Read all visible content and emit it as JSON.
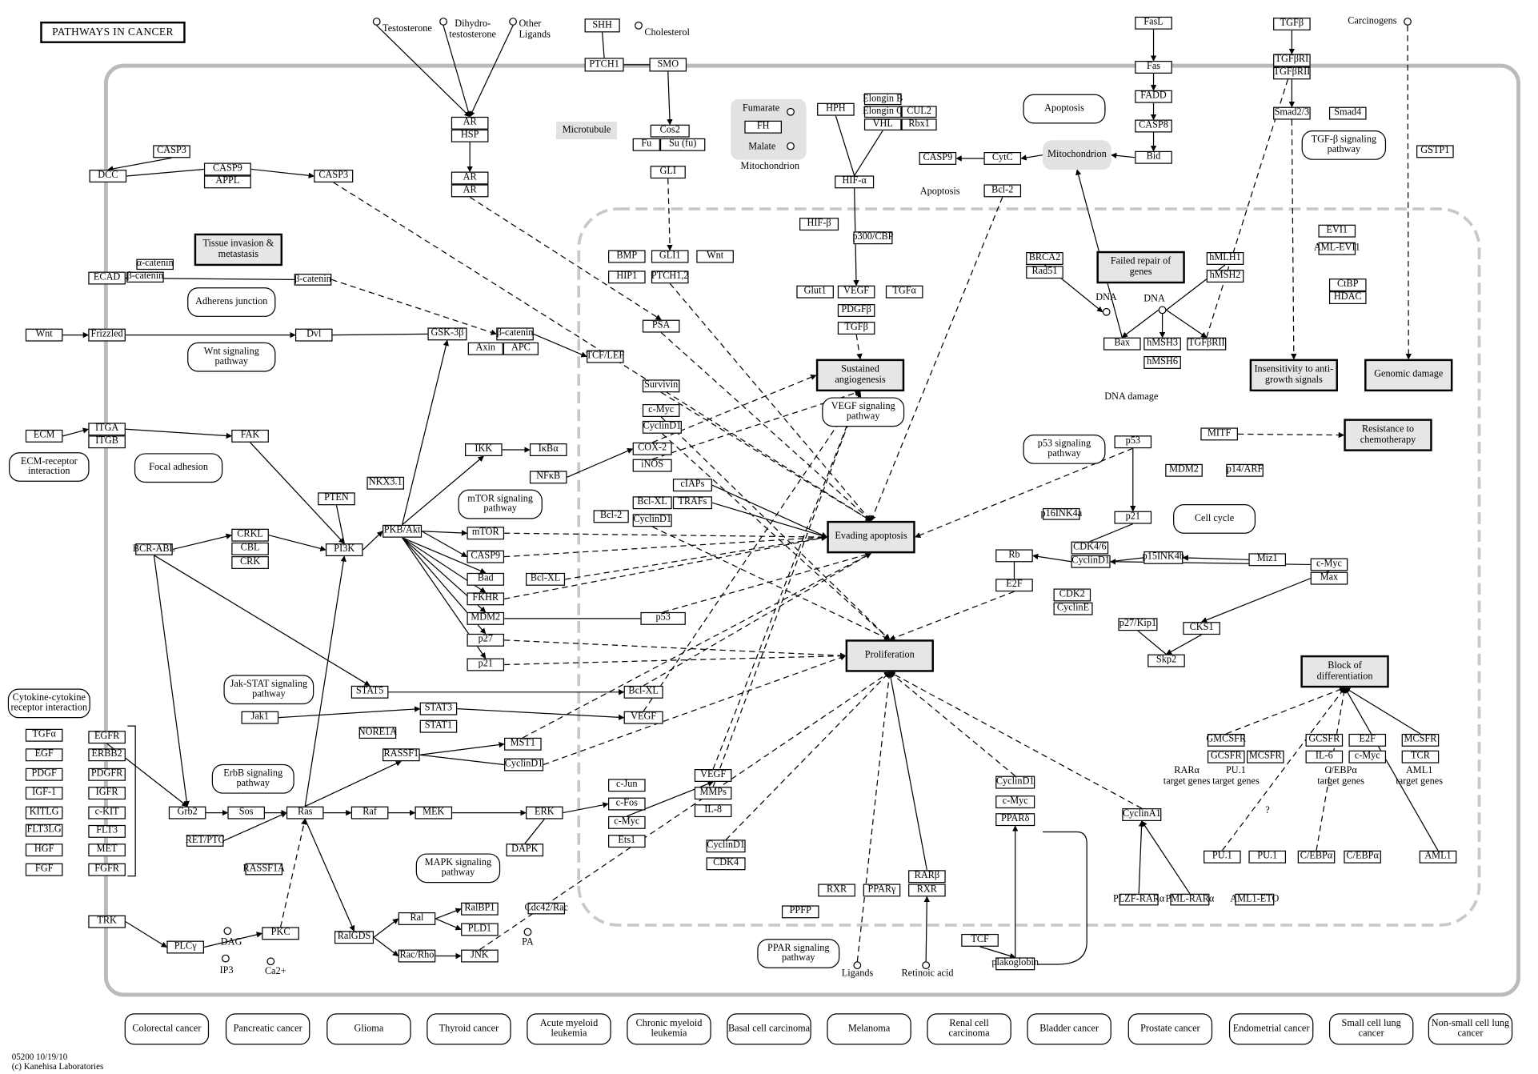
{
  "title": "PATHWAYS IN CANCER",
  "footer": {
    "code": "05200 10/19/10",
    "copyright": "(c) Kanehisa Laboratories"
  },
  "genes": {
    "SHH": "SHH",
    "PTCH1": "PTCH1",
    "SMO": "SMO",
    "Cos2": "Cos2",
    "Fu": "Fu",
    "Sufu": "Su (fu)",
    "GLI": "GLI",
    "AR1": "AR",
    "HSP": "HSP",
    "AR2": "AR",
    "AR3": "AR",
    "CASP3a": "CASP3",
    "DCC": "DCC",
    "CASP9a": "CASP9",
    "APPL": "APPL",
    "CASP3b": "CASP3",
    "ECAD": "ECAD",
    "acat": "α-catenin",
    "bcat1": "β-catenin",
    "bcat2": "β-catenin",
    "Wnt1": "Wnt",
    "Frizzled": "Frizzled",
    "Dvl": "Dvl",
    "GSK3b": "GSK-3β",
    "bcat3": "β-catenin",
    "Axin": "Axin",
    "APC": "APC",
    "ECM": "ECM",
    "ITGA": "ITGA",
    "ITGB": "ITGB",
    "FAK": "FAK",
    "PTEN": "PTEN",
    "NKX31": "NKX3.1",
    "BCRABL": "BCR-ABL",
    "CRKL": "CRKL",
    "CBL": "CBL",
    "CRK": "CRK",
    "PI3K": "PI3K",
    "PKBAkt": "PKB/Akt",
    "IKK": "IKK",
    "IkBa": "IκBα",
    "NFkB": "NFκB",
    "mTOR": "mTOR",
    "CASP9b": "CASP9",
    "Bad": "Bad",
    "BclXL1": "Bcl-XL",
    "FKHR": "FKHR",
    "MDM2a": "MDM2",
    "p53a": "p53",
    "p27a": "p27",
    "p21a": "p21",
    "TGFa1": "TGFα",
    "EGF": "EGF",
    "PDGF": "PDGF",
    "IGF1": "IGF-1",
    "KITLG": "KITLG",
    "FLT3LG": "FLT3LG",
    "HGF": "HGF",
    "FGF": "FGF",
    "EGFR": "EGFR",
    "ERBB2": "ERBB2",
    "PDGFR": "PDGFR",
    "IGFR": "IGFR",
    "cKIT": "c-KIT",
    "FLT3": "FLT3",
    "MET": "MET",
    "FGFR": "FGFR",
    "TRK": "TRK",
    "Grb2": "Grb2",
    "Sos": "Sos",
    "Ras": "Ras",
    "Raf": "Raf",
    "MEK": "MEK",
    "ERK": "ERK",
    "DAPK": "DAPK",
    "RETPTC": "RET/PTC",
    "RASSF1A": "RASSF1A",
    "Jak1": "Jak1",
    "STAT5": "STAT5",
    "STAT3": "STAT3",
    "STAT1": "STAT1",
    "BclXL2": "Bcl-XL",
    "VEGF1": "VEGF",
    "NORE1A": "NORE1A",
    "RASSF1": "RASSF1",
    "MST1": "MST1",
    "CyclinD1a": "CyclinD1",
    "PLCg": "PLCγ",
    "PKC": "PKC",
    "RalGDS": "RalGDS",
    "Ral": "Ral",
    "RalBP1": "RalBP1",
    "Cdc42Rac": "Cdc42/Rac",
    "PLD1": "PLD1",
    "RacRho": "Rac/Rho",
    "JNK": "JNK",
    "BMP": "BMP",
    "GLI1": "GLI1",
    "Wnt2": "Wnt",
    "HIP1": "HIP1",
    "PTCH12": "PTCH1,2",
    "PSA": "PSA",
    "TCFLEF": "TCF/LEF",
    "Survivin": "Survivin",
    "cMyc1": "c-Myc",
    "CyclinD1b": "CyclinD1",
    "COX2": "COX-2",
    "iNOS": "iNOS",
    "cIAPs": "cIAPs",
    "BclXL3": "Bcl-XL",
    "TRAFs": "TRAFs",
    "Bcl2a": "Bcl-2",
    "CyclinD1c": "CyclinD1",
    "cJun": "c-Jun",
    "cFos": "c-Fos",
    "cMyc2": "c-Myc",
    "Ets1": "Ets1",
    "VEGF2": "VEGF",
    "MMPs": "MMPs",
    "IL8": "IL-8",
    "CyclinD1d": "CyclinD1",
    "CDK4a": "CDK4",
    "FH": "FH",
    "HPH": "HPH",
    "ElonginB": "Elongin B",
    "ElonginC": "Elongin C",
    "CUL2": "CUL2",
    "VHL": "VHL",
    "Rbx1": "Rbx1",
    "HIFa": "HIF-α",
    "HIFb": "HIF-β",
    "p300CBP": "p300/CBP",
    "Glut1": "Glut1",
    "VEGF3": "VEGF",
    "TGFa2": "TGFα",
    "PDGFb": "PDGFβ",
    "TGFb1": "TGFβ",
    "CASP9c": "CASP9",
    "CytC": "CytC",
    "Bcl2b": "Bcl-2",
    "FasL": "FasL",
    "Fas": "Fas",
    "FADD": "FADD",
    "CASP8": "CASP8",
    "Bid": "Bid",
    "BRCA2": "BRCA2",
    "Rad51": "Rad51",
    "hMLH1": "hMLH1",
    "hMSH2": "hMSH2",
    "Bax": "Bax",
    "hMSH3": "hMSH3",
    "hMSH6": "hMSH6",
    "TGFbRII1": "TGFβRII",
    "TGFb2": "TGFβ",
    "TGFbRI": "TGFβRI",
    "TGFbRII2": "TGFβRII",
    "Smad23": "Smad2/3",
    "Smad4": "Smad4",
    "EVI1": "EVI1",
    "AMLEVI1": "AML-EVI1",
    "CtBP": "CtBP",
    "HDAC": "HDAC",
    "GSTP1": "GSTP1",
    "MITF": "MITF",
    "p53b": "p53",
    "MDM2b": "MDM2",
    "p14ARF": "p14/ARF",
    "p21b": "p21",
    "p16INK4a": "p16INK4a",
    "CDK46": "CDK4/6",
    "CyclinD1e": "CyclinD1",
    "Rb": "Rb",
    "E2F": "E2F",
    "p15INK4b": "p15INK4b",
    "Miz1": "Miz1",
    "cMyc3": "c-Myc",
    "Max": "Max",
    "CDK2": "CDK2",
    "CyclinE": "CyclinE",
    "p27Kip1": "p27/Kip1",
    "CKS1": "CKS1",
    "Skp2": "Skp2",
    "CyclinD1f": "CyclinD1",
    "cMyc4": "c-Myc",
    "PPARd": "PPARδ",
    "CyclinA1": "CyclinA1",
    "TCF": "TCF",
    "plakoglobin": "plakoglobin",
    "RXR1": "RXR",
    "PPARg": "PPARγ",
    "PPFP": "PPFP",
    "RARb": "RARβ",
    "RXR2": "RXR",
    "GMCSFR": "GMCSFR",
    "GCSFR1": "GCSFR",
    "MCSFR": "MCSFR",
    "GCSFR2": "GCSFR",
    "IL6": "IL-6",
    "E2F2": "E2F",
    "cMyc5": "c-Myc",
    "MCSFR2": "MCSFR",
    "TCR": "TCR",
    "PU1a": "PU.1",
    "PU1b": "PU.1",
    "CEBPa1": "C/EBPα",
    "CEBPa2": "C/EBPα",
    "AML1": "AML1",
    "PLZFRARa": "PLZF-RARα",
    "PMLRARa": "PML-RARα",
    "AML1ETO": "AML1-ETO"
  },
  "phenotypes": {
    "tissue": "Tissue invasion & metastasis",
    "angio": "Sustained angiogenesis",
    "evading": "Evading apoptosis",
    "prolif": "Proliferation",
    "failed": "Failed repair of genes",
    "insens": "Insensitivity to anti-growth signals",
    "genomic": "Genomic damage",
    "resist": "Resistance to chemotherapy",
    "block": "Block of differentiation"
  },
  "pathways": {
    "adherens": "Adherens junction",
    "wntsig": "Wnt signaling pathway",
    "ecmrec": "ECM-receptor interaction",
    "focal": "Focal adhesion",
    "mtor": "mTOR signaling pathway",
    "cytokine": "Cytokine-cytokine receptor interaction",
    "jakstat": "Jak-STAT signaling pathway",
    "erbb": "ErbB signaling pathway",
    "mapk": "MAPK signaling pathway",
    "vegfsig": "VEGF signaling pathway",
    "apoptosis": "Apoptosis",
    "tgfbsig": "TGF-β signaling pathway",
    "p53sig": "p53 signaling pathway",
    "cellcycle": "Cell cycle",
    "ppar": "PPAR signaling pathway"
  },
  "compounds": {
    "Testosterone": "Testosterone",
    "DHT": "Dihydro-\ntestosterone",
    "Other": "Other\nLigands",
    "Cholesterol": "Cholesterol",
    "Fumarate": "Fumarate",
    "Malate": "Malate",
    "DAG": "DAG",
    "IP3": "IP3",
    "Ca2": "Ca2+",
    "PA": "PA",
    "Ligands": "Ligands",
    "Retinoic": "Retinoic acid",
    "Carcinogens": "Carcinogens",
    "DNA1": "DNA",
    "DNA2": "DNA"
  },
  "labels": {
    "Microtubule": "Microtubule",
    "Mitochondrion1": "Mitochondrion",
    "Mitochondrion2": "Mitochondrion",
    "Apoptosis1": "Apoptosis",
    "DNAdamage": "DNA damage",
    "RARa": "RARα\ntarget genes",
    "PU1t": "PU.1\ntarget genes",
    "CEBPt": "C/EBPα\ntarget genes",
    "AML1t": "AML1\ntarget genes",
    "q": "?"
  },
  "diseases": [
    "Colorectal cancer",
    "Pancreatic cancer",
    "Glioma",
    "Thyroid cancer",
    "Acute myeloid leukemia",
    "Chronic myeloid leukemia",
    "Basal cell carcinoma",
    "Melanoma",
    "Renal cell carcinoma",
    "Bladder cancer",
    "Prostate cancer",
    "Endometrial cancer",
    "Small cell lung cancer",
    "Non-small cell lung cancer"
  ]
}
